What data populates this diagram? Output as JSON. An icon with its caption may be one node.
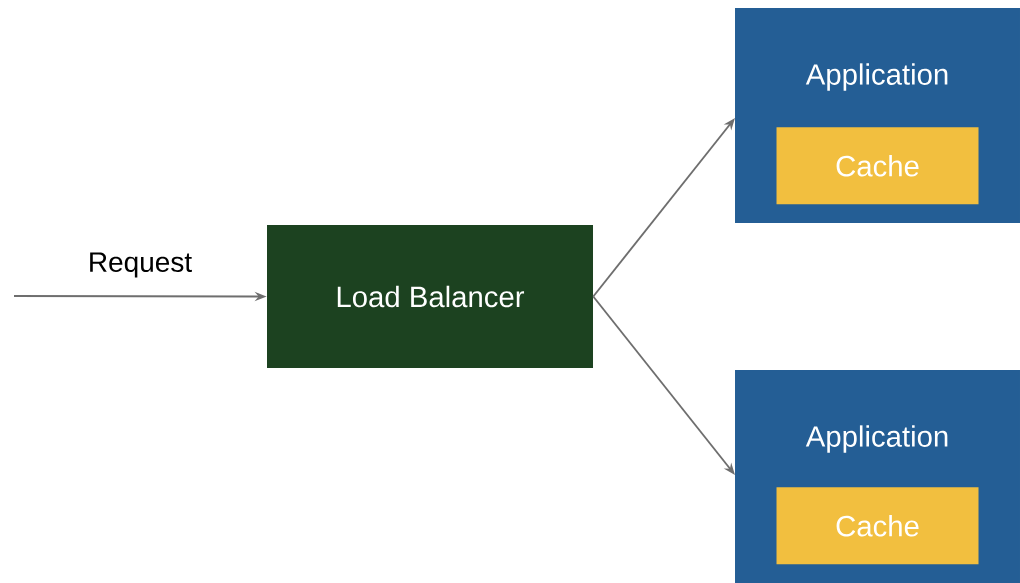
{
  "diagram": {
    "nodes": [
      {
        "text": [
          "Load Balancer"
        ]
      },
      {
        "text": [
          "Application"
        ]
      },
      {
        "text": [
          "Cache"
        ],
        "in": 1
      },
      {
        "text": [
          "Application"
        ]
      },
      {
        "text": [
          "Cache"
        ],
        "in": 3
      }
    ],
    "edges": [
      {
        "from": null,
        "to": 0,
        "arrow": "to",
        "label": "Request"
      },
      {
        "from": 0,
        "to": 1,
        "arrow": "to"
      },
      {
        "from": 0,
        "to": 3,
        "arrow": "to"
      }
    ]
  }
}
